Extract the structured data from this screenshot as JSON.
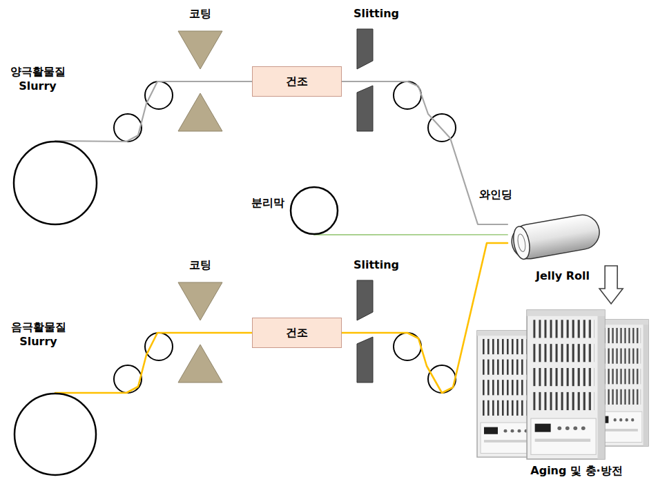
{
  "diagram": {
    "nodes": [
      {
        "text": [
          "양극활물질 Slurry"
        ]
      },
      {
        "text": [
          "건조"
        ]
      },
      {
        "text": [
          "분리막"
        ]
      },
      {
        "text": [
          "음극활물질 Slurry"
        ]
      },
      {
        "text": [
          "건조"
        ]
      },
      {
        "text": [
          "Jelly Roll"
        ]
      },
      {
        "text": [
          "Aging 및 충·방전"
        ]
      }
    ],
    "edges": [
      {
        "from": 0,
        "to": 1,
        "arrow": "none"
      },
      {
        "from": 1,
        "to": 5,
        "arrow": "none"
      },
      {
        "from": 2,
        "to": 5,
        "arrow": "none"
      },
      {
        "from": 3,
        "to": 4,
        "arrow": "none"
      },
      {
        "from": 4,
        "to": 5,
        "arrow": "none"
      },
      {
        "from": 5,
        "to": 6,
        "arrow": "to"
      }
    ],
    "labels": [
      "코팅",
      "Slitting",
      "와인딩",
      "코팅",
      "Slitting"
    ]
  }
}
